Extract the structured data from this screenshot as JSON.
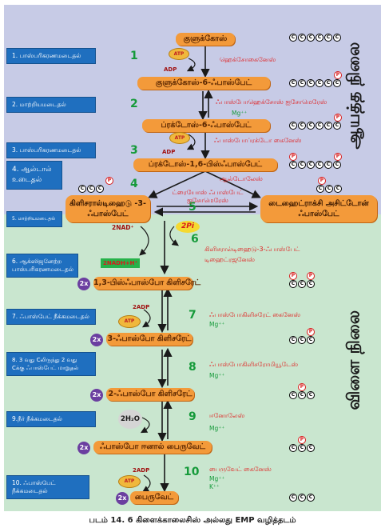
{
  "caption": "படம் 14. 6 கிளைக்காலைசிஸ் அல்லது EMP வழித்தடம்",
  "phases": {
    "top": "ஆயத்த நிலை",
    "bottom": "விளை நிலை"
  },
  "step_boxes": [
    "1. பாஸ்பரிகரணமடைதல்",
    "2. மாற்றியமடைதல்",
    "3. பாஸ்பரிகரணமடைதல்",
    "4. ஆல்டால் உடைதல்",
    "5. மாற்றியமடைதல்",
    "6. ஆக்ஸிஜனேற்ற பாஸ்பரிகரணமடைதல்",
    "7. ஃபாஸ்பேட் நீக்கமடைதல்",
    "8. 3 வது Cலிருந்து 2 வது Cக்கு ஃபாஸ்பேட் மாறுதல்",
    "9.நீர் நீக்கமடைதல்",
    "10. ஃபாஸ்பேட் நீக்கமடைதல்"
  ],
  "step_numbers": [
    "1",
    "2",
    "3",
    "4",
    "5",
    "6",
    "7",
    "8",
    "9",
    "10"
  ],
  "metabolites": {
    "glucose": "குளுக்கோஸ்",
    "g6p": "குளுக்கோஸ்-6-ஃபாஸ்பேட்",
    "f6p": "ப்ரக்டோஸ்-6-ஃபாஸ்பேட்",
    "f16bp": "ப்ரக்டோஸ்-1,6-பிஸ்ஃபாஸ்பேட்",
    "gap": "கிளிசரால்டிஹைடு -3-ஃபாஸ்பேட்",
    "dhap": "டைஹைட்ராக்சி அசிட்டோன் ஃபாஸ்பேட்",
    "bpg": "1,3-பிஸ்ஃபாஸ்போ கிளிசரேட்",
    "pg3": "3-ஃபாஸ்போ கிளிசரேட்",
    "pg2": "2-ஃபாஸ்போ கிளிசரேட்",
    "pep": "ஃபாஸ்போ ஈனால் பைருவேட்",
    "pyruvate": "பைருவேட்"
  },
  "enzymes": {
    "e1": "ஹெக்சோகைனேஸ்",
    "e2": "ஃபாஸ்போஹெக்சோஸ் ஐசோமெரேஸ்",
    "e3": "ஃபாஸ்போப்ரக்டோ கைனேஸ்",
    "e4": "ஆல்டோலேஸ்",
    "e5": "ட்ரையோஸ் ஃபாஸ்பேட் ஐசோமெரேஸ்",
    "e6": "கிளிசரால்டிஹைடு-3-ஃபாஸ்பேட் டிஹைட்ரஜனேஸ்",
    "e7": "ஃபாஸ்போகிளிசரேட் கைனேஸ்",
    "e8": "ஃபாஸ்போகிளிசரோமியூடேஸ்",
    "e9": "ஈனோலேஸ்",
    "e10": "பைருவேட் கைனேஸ்"
  },
  "cofactors": {
    "mg": "Mg⁺⁺",
    "mg_k": "Mg⁺⁺",
    "k": "K⁺⁺"
  },
  "molecules": {
    "atp": "ATP",
    "adp": "ADP",
    "two_adp": "2ADP",
    "two_nad": "2NAD⁺",
    "two_nadh": "2NADH+H⁺",
    "two_pi": "2Pi",
    "water": "2H₂O",
    "x2": "2x",
    "carbon": "C",
    "phosphate": "P"
  },
  "colors": {
    "top_panel": "#c7cbe6",
    "bottom_panel": "#c9e6cf",
    "step_box": "#1f6fbf",
    "metabolite": "#f39a3a",
    "enzyme": "#e11b1b",
    "number": "#159a3a",
    "x2_badge": "#6b3fa0",
    "phosphate": "#d81b1b"
  }
}
